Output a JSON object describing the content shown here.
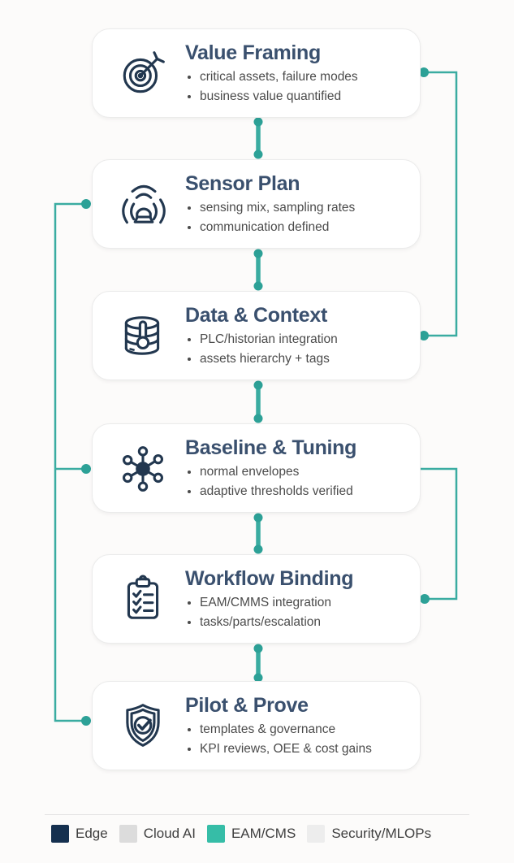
{
  "steps": [
    {
      "title": "Value Framing",
      "icon": "target-icon",
      "bullets": [
        "critical assets, failure modes",
        "business value quantified"
      ]
    },
    {
      "title": "Sensor Plan",
      "icon": "siren-signal-icon",
      "bullets": [
        "sensing mix, sampling rates",
        "communication defined"
      ]
    },
    {
      "title": "Data & Context",
      "icon": "database-thermometer-icon",
      "bullets": [
        "PLC/historian integration",
        "assets hierarchy + tags"
      ]
    },
    {
      "title": "Baseline & Tuning",
      "icon": "network-hub-icon",
      "bullets": [
        "normal envelopes",
        "adaptive thresholds verified"
      ]
    },
    {
      "title": "Workflow Binding",
      "icon": "checklist-clipboard-icon",
      "bullets": [
        "EAM/CMMS integration",
        "tasks/parts/escalation"
      ]
    },
    {
      "title": "Pilot & Prove",
      "icon": "shield-check-icon",
      "bullets": [
        "templates & governance",
        "KPI reviews, OEE & cost gains"
      ]
    }
  ],
  "legend": {
    "items": [
      {
        "label": "Edge",
        "color": "#15304f"
      },
      {
        "label": "Cloud AI",
        "color": "#dcdcdc"
      },
      {
        "label": "EAM/CMS",
        "color": "#36bda7"
      },
      {
        "label": "Security/MLOPs",
        "color": "#ededed"
      }
    ]
  },
  "colors": {
    "connector_teal": "#3aaca1",
    "title_navy": "#3a506e",
    "icon_navy": "#22374f"
  }
}
